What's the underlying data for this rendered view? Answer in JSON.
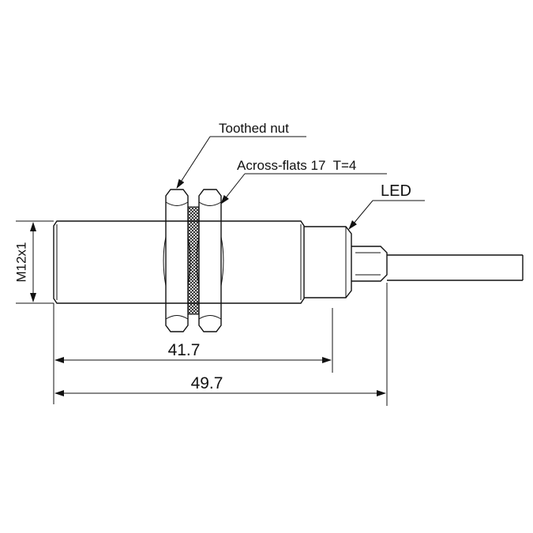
{
  "labels": {
    "toothed_nut": "Toothed nut",
    "across_flats": "Across-flats 17  T=4",
    "led": "LED",
    "thread": "M12x1",
    "dim_body": "41.7",
    "dim_total": "49.7"
  }
}
